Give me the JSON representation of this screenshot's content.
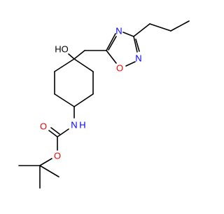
{
  "molecule": {
    "atom_labels": {
      "hydroxyl": "HO",
      "ring_n_top": "N",
      "ring_o": "O",
      "ring_n_right": "N",
      "amine_nh": "N",
      "amine_h": "H",
      "carbonyl_o": "O",
      "ester_o": "O"
    },
    "colors": {
      "bond": "#000000",
      "oxygen": "#ff0000",
      "nitrogen": "#0000ff",
      "hydroxyl": "#000000"
    }
  }
}
